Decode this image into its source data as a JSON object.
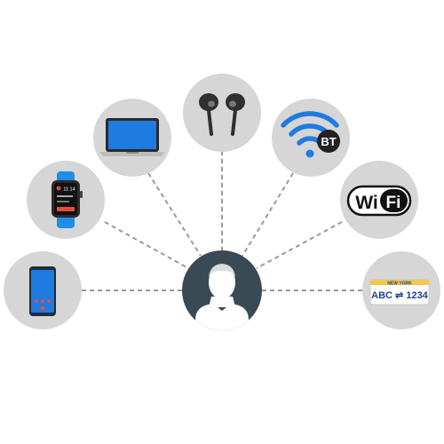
{
  "diagram": {
    "center": {
      "name": "person",
      "icon": "user-avatar-icon"
    },
    "devices": [
      {
        "name": "smartphone",
        "icon": "smartphone-icon"
      },
      {
        "name": "smartwatch",
        "icon": "smartwatch-icon",
        "screen_time": "11:14"
      },
      {
        "name": "laptop",
        "icon": "laptop-icon"
      },
      {
        "name": "wireless-earbuds",
        "icon": "earbuds-icon"
      },
      {
        "name": "bluetooth",
        "icon": "bluetooth-signal-icon",
        "badge": "BT"
      },
      {
        "name": "wifi",
        "icon": "wifi-logo-icon",
        "logo_text": "WiFi",
        "logo_left": "Wi",
        "logo_right": "Fi"
      },
      {
        "name": "license-plate",
        "icon": "license-plate-icon",
        "state": "NEW YORK",
        "plate": "ABC ⇌ 1234"
      }
    ]
  },
  "colors": {
    "circle_bg": "#d6d6d6",
    "center_bg": "#3a4a55",
    "avatar": "#ffffff",
    "connector": "#9a9a9a",
    "device_blue": "#1e7be0",
    "device_dark": "#2f2f2f",
    "plate_blue": "#1d3f9a"
  }
}
